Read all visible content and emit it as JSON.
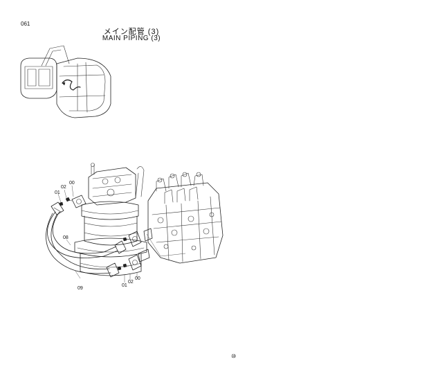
{
  "page": {
    "number": "061"
  },
  "title": {
    "japanese": "メイン配管 (3)",
    "english": "MAIN PIPING (3)"
  },
  "callouts": {
    "upper_00": "00",
    "upper_02": "02",
    "upper_01": "01",
    "hose_08": "08",
    "hose_09": "09",
    "lower_01": "01",
    "lower_02": "02",
    "lower_00": "00"
  },
  "mark": "⑩"
}
